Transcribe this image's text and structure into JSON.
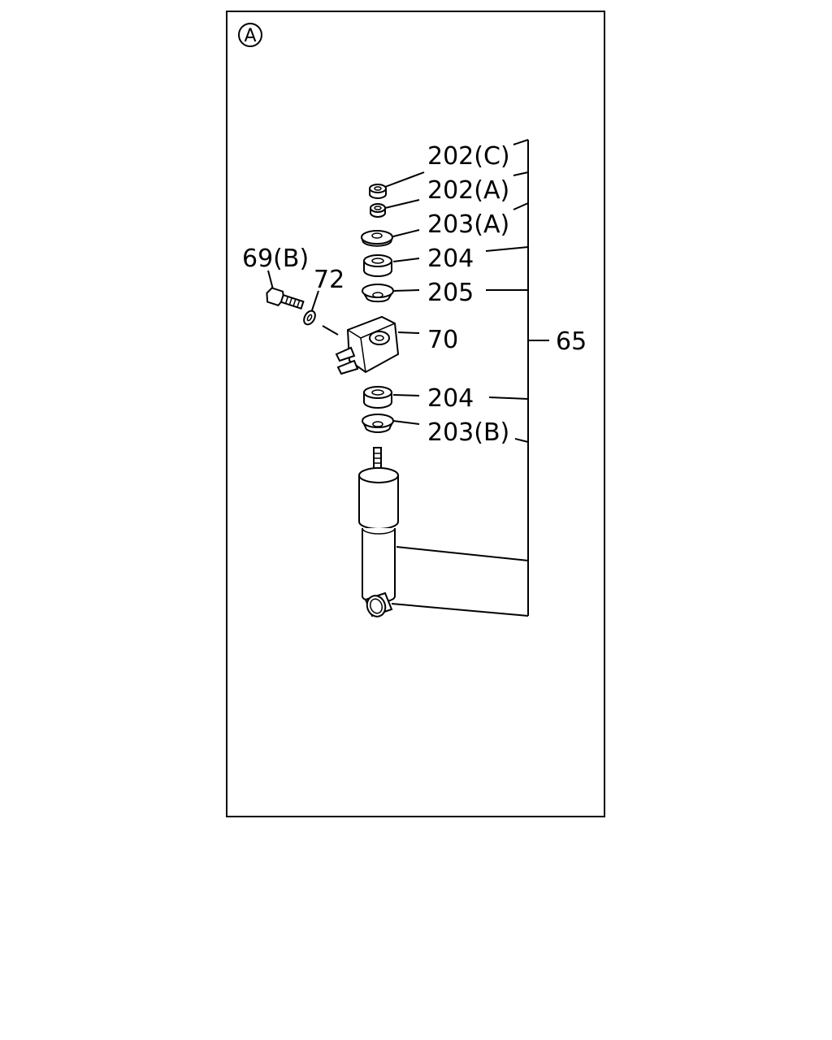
{
  "view_marker": "A",
  "labels": {
    "p202c": "202(C)",
    "p202a": "202(A)",
    "p203a": "203(A)",
    "p204_upper": "204",
    "p205": "205",
    "p69b": "69(B)",
    "p72": "72",
    "p70": "70",
    "p65": "65",
    "p204_lower": "204",
    "p203b": "203(B)"
  }
}
